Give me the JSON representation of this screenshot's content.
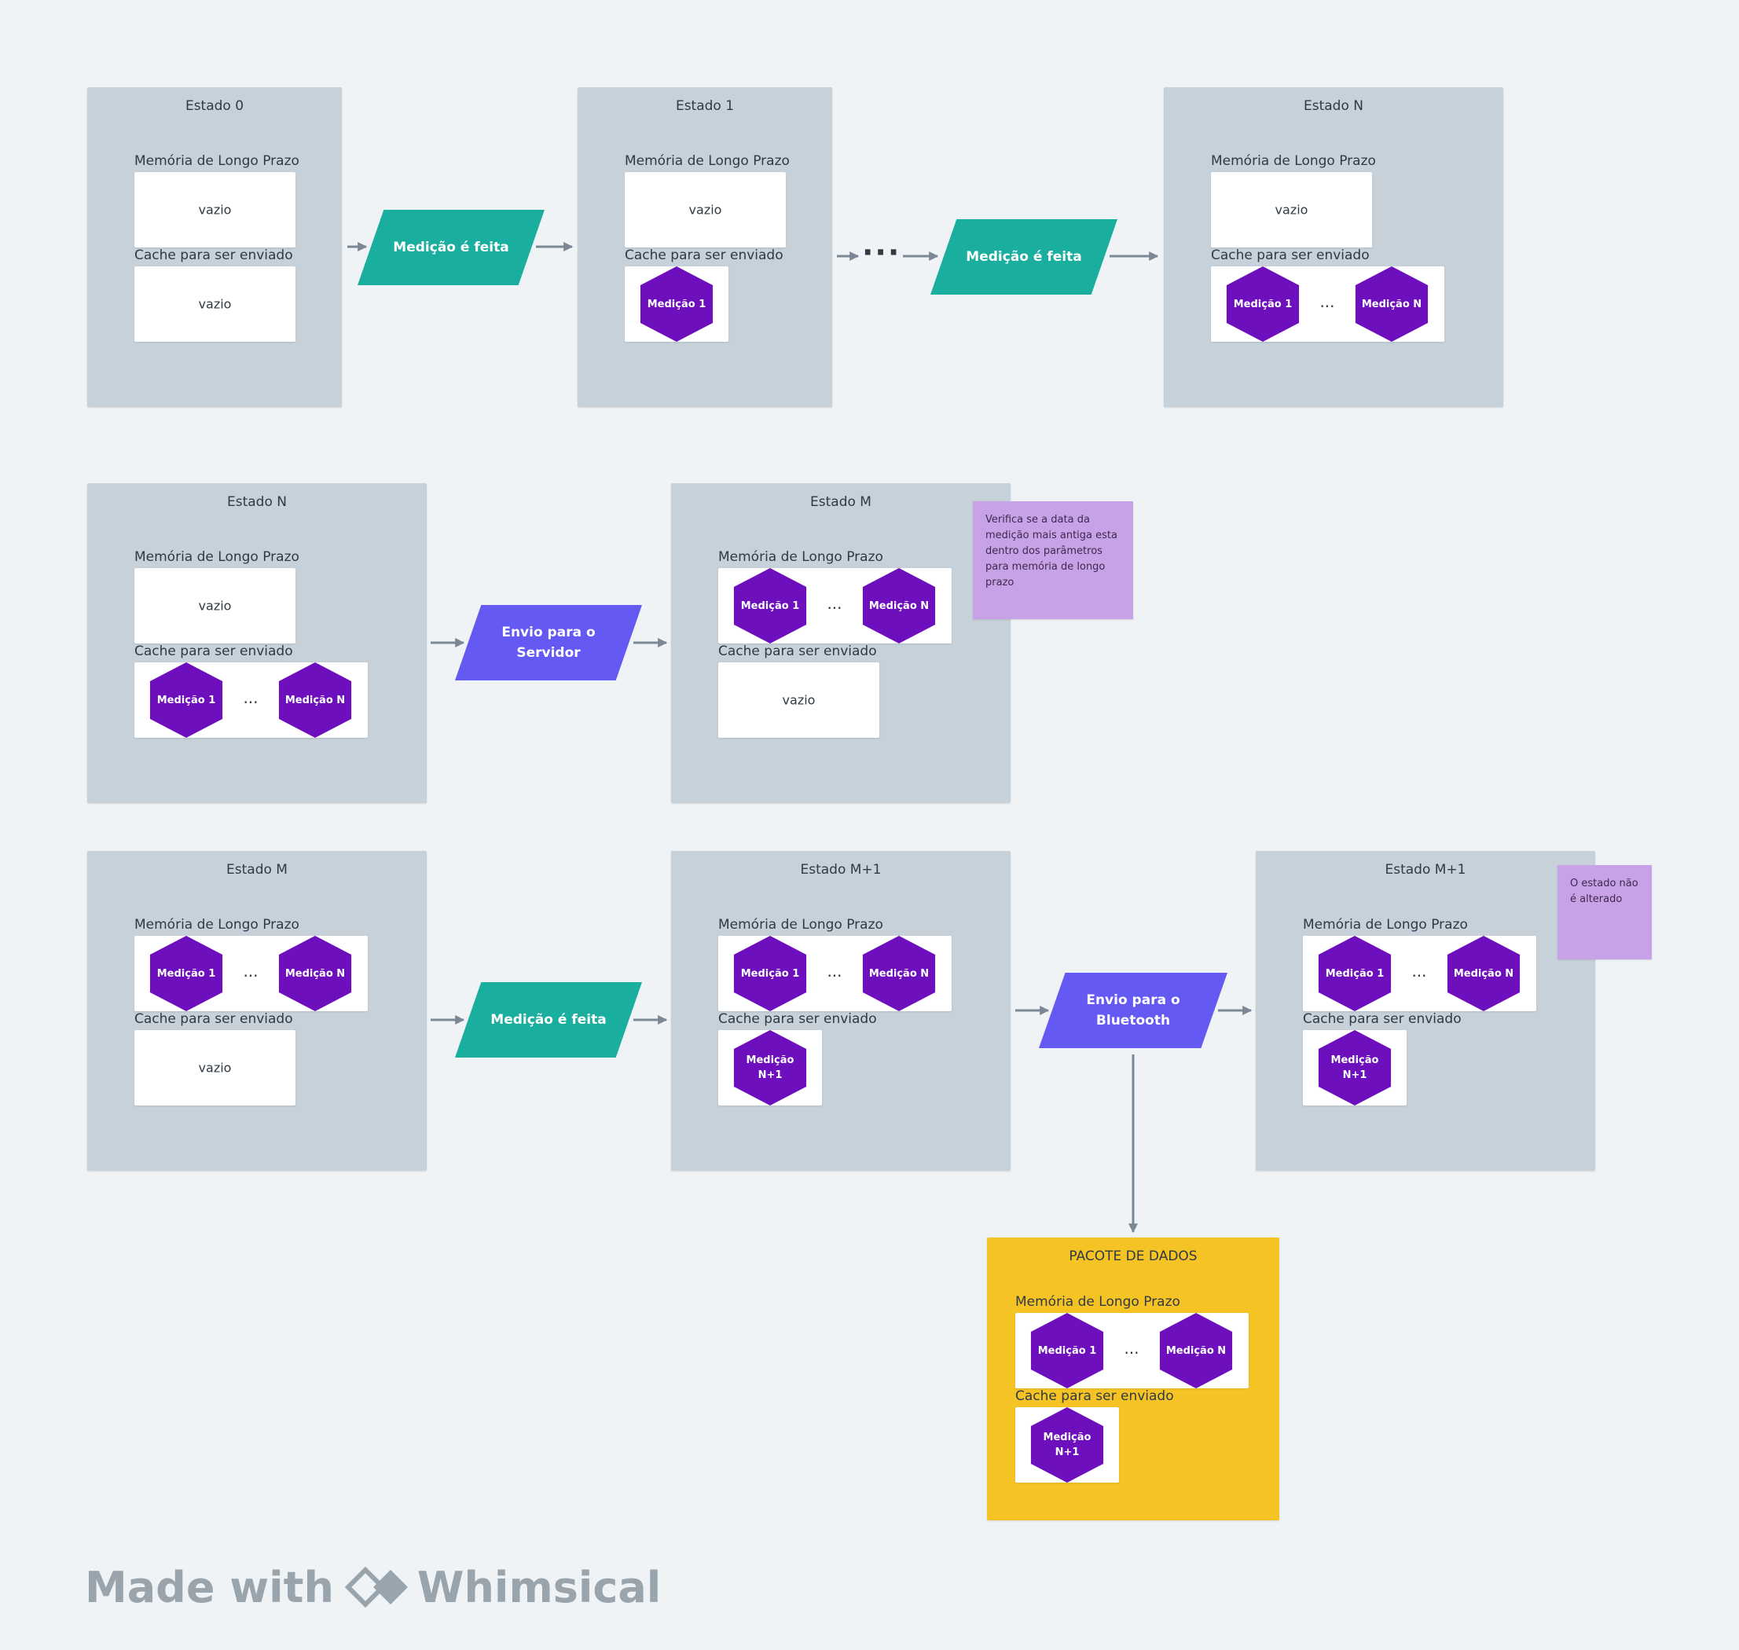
{
  "labels": {
    "memoria": "Memória de Longo Prazo",
    "cache": "Cache para ser enviado",
    "vazio": "vazio",
    "ellipsis": "...",
    "flow_ellipsis": "···"
  },
  "measurements": {
    "m1": "Medição 1",
    "mN": "Medição N",
    "mN1": "Medição N+1"
  },
  "states": {
    "s0": "Estado 0",
    "s1": "Estado 1",
    "sN_a": "Estado N",
    "sN_b": "Estado N",
    "sM_a": "Estado M",
    "sM_b": "Estado M",
    "sM1_a": "Estado M+1",
    "sM1_b": "Estado M+1"
  },
  "processes": {
    "medicao_1": "Medição é feita",
    "medicao_2": "Medição é feita",
    "medicao_3": "Medição é feita",
    "servidor": "Envio para o Servidor",
    "bluetooth": "Envio para o Bluetooth"
  },
  "notes": {
    "verifica": "Verifica se a data da medição mais antiga esta dentro dos parâmetros para memória de longo prazo",
    "inalterado": "O estado não é alterado"
  },
  "pacote": {
    "title": "PACOTE DE DADOS"
  },
  "watermark": {
    "prefix": "Made with",
    "brand": "Whimsical"
  },
  "colors": {
    "background": "#eff3f6",
    "state": "#c6d1d9",
    "hexagon": "#6e0fbe",
    "process_teal": "#1aae9f",
    "process_blue": "#6459f3",
    "note": "#c8a2e6",
    "pacote": "#f6c325",
    "connector": "#7b8794"
  }
}
